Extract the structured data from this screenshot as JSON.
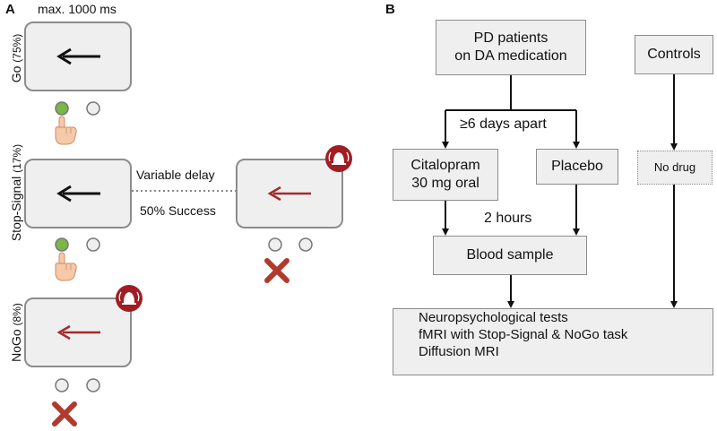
{
  "panel_a": {
    "letter": "A",
    "timing": "max. 1000 ms",
    "rows": [
      {
        "label": "Go",
        "percent": "(75%)"
      },
      {
        "label": "Stop-Signal",
        "percent": "(17%)"
      },
      {
        "label": "NoGo",
        "percent": "(8%)"
      }
    ],
    "delay_label": "Variable delay",
    "success_label": "50% Success"
  },
  "panel_b": {
    "letter": "B",
    "pd_patients": [
      "PD patients",
      "on DA medication"
    ],
    "controls": "Controls",
    "apart": "≥6 days apart",
    "citalopram": [
      "Citalopram",
      "30 mg oral"
    ],
    "placebo": "Placebo",
    "no_drug": "No drug",
    "hours": "2 hours",
    "blood_sample": "Blood sample",
    "outcomes": [
      "Neuropsychological tests",
      "fMRI with Stop-Signal & NoGo task",
      "Diffusion MRI"
    ]
  },
  "colors": {
    "go_arrow": "#111111",
    "stop_arrow": "#a52a2a",
    "response_green": "#7ab648",
    "badge_red": "#a01e23",
    "cross_red": "#b03a2e",
    "hand_skin": "#f6c9a8"
  }
}
